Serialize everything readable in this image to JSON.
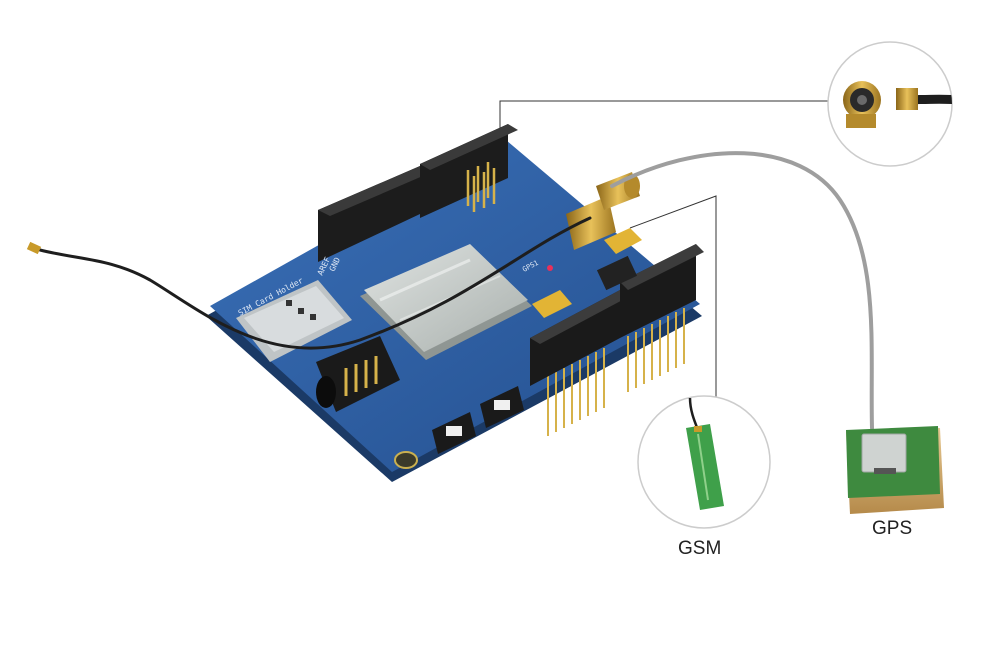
{
  "labels": {
    "gsm": "GSM",
    "gps": "GPS"
  },
  "board_text": {
    "sim_holder": "SIM Card Holder",
    "aref": "AREF",
    "gnd": "GND",
    "gps_mark": "GPS1"
  },
  "colors": {
    "pcb": "#2f62a8",
    "header": "#1c1c1c",
    "gold": "#c89a2a",
    "module": "#c9cfcc",
    "gps_antenna": "#3e8a3f",
    "gsm_antenna": "#3fa04a",
    "cable_dark": "#1e1e1e",
    "cable_grey": "#9e9e9e"
  }
}
